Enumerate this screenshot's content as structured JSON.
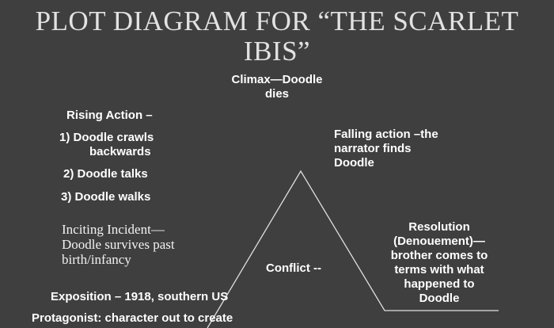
{
  "title": {
    "line1": "PLOT DIAGRAM FOR “THE SCARLET",
    "line2": "IBIS”"
  },
  "climax": {
    "line1": "Climax—Doodle",
    "line2": "dies"
  },
  "rising_action": {
    "heading": "Rising Action –",
    "items": [
      {
        "line1": "1)  Doodle crawls",
        "line2": "backwards"
      },
      {
        "line1": "2)  Doodle talks"
      },
      {
        "line1": "3)  Doodle walks"
      }
    ]
  },
  "falling_action": {
    "line1": "Falling action –the",
    "line2": "narrator finds",
    "line3": "Doodle"
  },
  "inciting_incident": {
    "line1": "Inciting Incident—",
    "line2": "Doodle survives past",
    "line3": "birth/infancy"
  },
  "conflict": {
    "label": "Conflict --"
  },
  "resolution": {
    "line1": "Resolution",
    "line2": "(Denouement)—",
    "line3": "brother comes to",
    "line4": "terms with what",
    "line5": "happened to",
    "line6": "Doodle"
  },
  "exposition": {
    "label": "Exposition – 1918, southern US"
  },
  "protagonist": {
    "label": "Protagonist:  character out to create"
  },
  "colors": {
    "background": "#3f3f3f",
    "text": "#ffffff",
    "line": "#e0e0e0"
  }
}
